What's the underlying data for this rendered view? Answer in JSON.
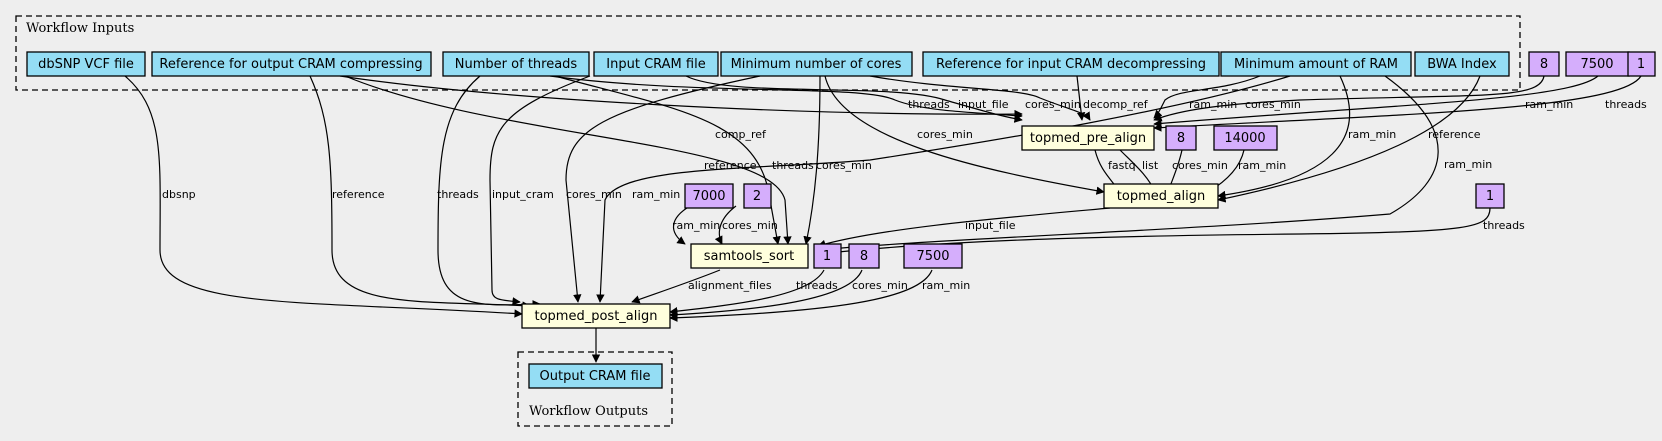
{
  "colors": {
    "background": "#eeeeee",
    "input_fill": "#94ddf4",
    "step_fill": "#ffffdd",
    "default_fill": "#d5aefc",
    "output_fill": "#94ddf4"
  },
  "clusters": {
    "inputs": "Workflow Inputs",
    "outputs": "Workflow Outputs"
  },
  "nodes": {
    "dbsnp": "dbSNP VCF file",
    "ref_out": "Reference for output CRAM compressing",
    "threads": "Number of threads",
    "input_cram": "Input CRAM file",
    "min_cores": "Minimum number of cores",
    "ref_in": "Reference for input CRAM decompressing",
    "min_ram": "Minimum amount of RAM",
    "bwa": "BWA Index",
    "d_pre_cores": "8",
    "d_pre_ram": "7500",
    "d_pre_threads": "1",
    "pre_align": "topmed_pre_align",
    "d_align_cores": "8",
    "d_align_ram": "14000",
    "align": "topmed_align",
    "d_sort_ram": "7000",
    "d_sort_cores": "2",
    "d_sort_threads": "1",
    "sort": "samtools_sort",
    "d_post_threads": "1",
    "d_post_cores": "8",
    "d_post_ram": "7500",
    "post_align": "topmed_post_align",
    "output_cram": "Output CRAM file"
  },
  "edge_labels": {
    "comp_ref": "comp_ref",
    "threads": "threads",
    "input_file": "input_file",
    "cores_min": "cores_min",
    "decomp_ref": "decomp_ref",
    "ram_min": "ram_min",
    "reference": "reference",
    "fastq": "fastq",
    "list": "list",
    "dbsnp": "dbsnp",
    "input_cram": "input_cram",
    "alignment_files": "alignment_files"
  }
}
